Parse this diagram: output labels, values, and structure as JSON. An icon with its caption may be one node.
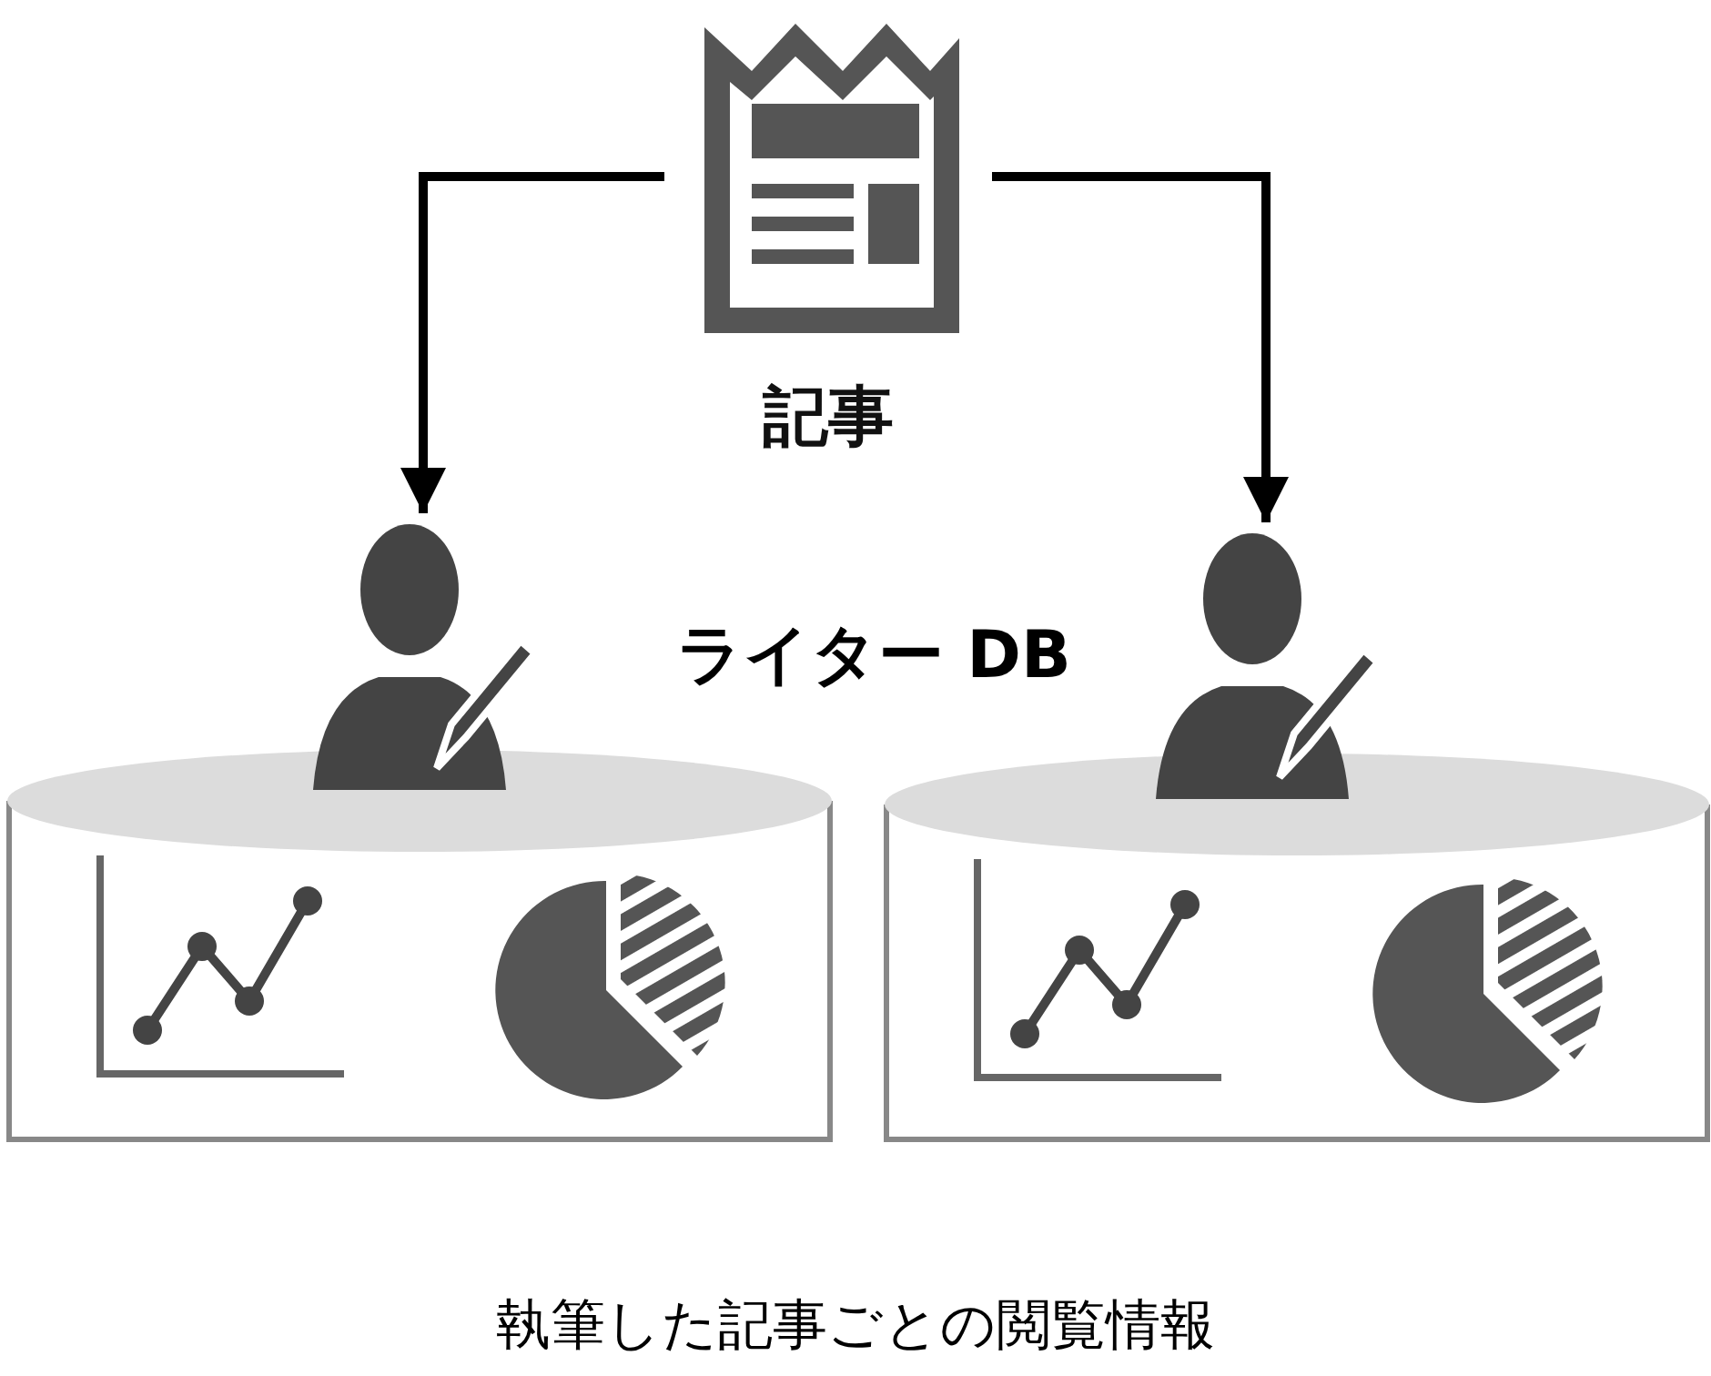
{
  "diagram": {
    "caption": "執筆した記事ごとの閲覧情報",
    "nodes": [
      {
        "text": [
          "記事"
        ]
      },
      {
        "text": [],
        "shape": "person"
      },
      {
        "text": [],
        "shape": "person"
      },
      {
        "text": [],
        "shape": "cylinder"
      },
      {
        "text": [],
        "shape": "cylinder"
      }
    ],
    "edges": [
      {
        "from": 0,
        "to": 1,
        "arrow": "to"
      },
      {
        "from": 0,
        "to": 2,
        "arrow": "to"
      }
    ],
    "labels": [
      "ライター DB"
    ]
  }
}
